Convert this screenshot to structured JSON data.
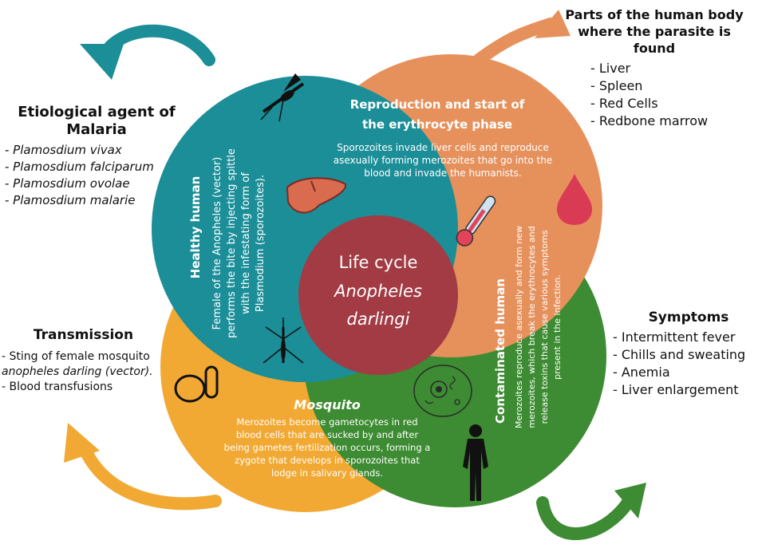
{
  "center": {
    "line1": "Life cycle",
    "line2": "Anopheles",
    "line3": "darlingi"
  },
  "teal": {
    "title": "Healthy human",
    "lines": [
      "Female of the Anopheles (vector)",
      "performs the bite by injecting spittle",
      "with the infestating form of",
      "Plasmodium (sporozoites)."
    ]
  },
  "orange": {
    "title1": "Reproduction and start of",
    "title2": "the erythrocyte phase",
    "lines": [
      "Sporozoites invade liver cells and reproduce",
      "asexually forming merozoites that go into the",
      "blood and invade the humanists."
    ]
  },
  "green": {
    "title": "Contaminated human",
    "lines": [
      "Merozoites reproduce asexually and form new",
      "merozoites, which break the erythrocytes and",
      "release toxins that cause various symptoms",
      "present in the infection."
    ]
  },
  "yellow": {
    "title": "Mosquito",
    "lines": [
      "Merozoites become gametocytes in red",
      "blood cells that are sucked by and after",
      "being gametes fertilization occurs, forming a",
      "zygote that develops in sporozoites that",
      "lodge in salivary glands."
    ]
  },
  "etiological": {
    "title": "Etiological agent of Malaria",
    "items": [
      "- Plamosdium vivax",
      "- Plamosdium falciparum",
      "- Plamosdium ovolae",
      "- Plamosdium malarie"
    ]
  },
  "parts": {
    "title": "Parts of the human body where the parasite is found",
    "items": [
      "- Liver",
      "- Spleen",
      "- Red Cells",
      "- Redbone marrow"
    ]
  },
  "transmission": {
    "title": "Transmission",
    "items": [
      "- Sting of female mosquito",
      "anopheles darling (vector).",
      "- Blood transfusions"
    ]
  },
  "symptoms": {
    "title": "Symptoms",
    "items": [
      "- Intermittent fever",
      "- Chills and sweating",
      "- Anemia",
      "- Liver enlargement"
    ]
  },
  "colors": {
    "teal": "#1b8e98",
    "orange": "#e6915c",
    "green": "#3d8b32",
    "yellow": "#f2a933",
    "center": "#a23b44",
    "blood": "#d93a54"
  },
  "icons": [
    "mosquito-icon",
    "liver-icon",
    "blood-drop-icon",
    "thermometer-icon",
    "cell-icon",
    "human-silhouette-icon",
    "red-blood-cell-icon"
  ]
}
